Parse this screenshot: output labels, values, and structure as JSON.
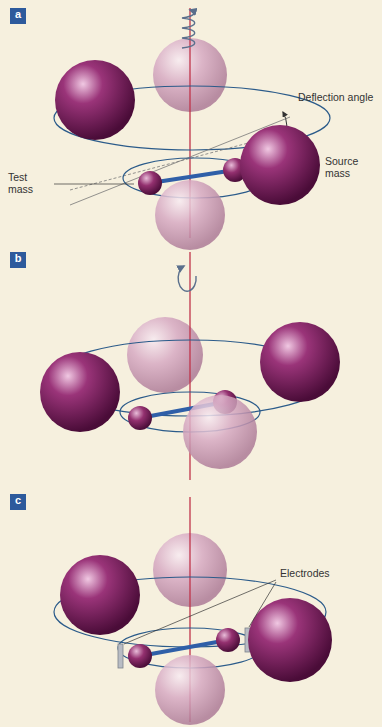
{
  "diagram": {
    "nodes": [
      {
        "text": [
          "a"
        ]
      },
      {
        "text": [
          "b"
        ]
      },
      {
        "text": [
          "c"
        ]
      }
    ],
    "labels": [
      "Test mass",
      "Deflection angle",
      "Source mass",
      "Electrodes"
    ]
  }
}
